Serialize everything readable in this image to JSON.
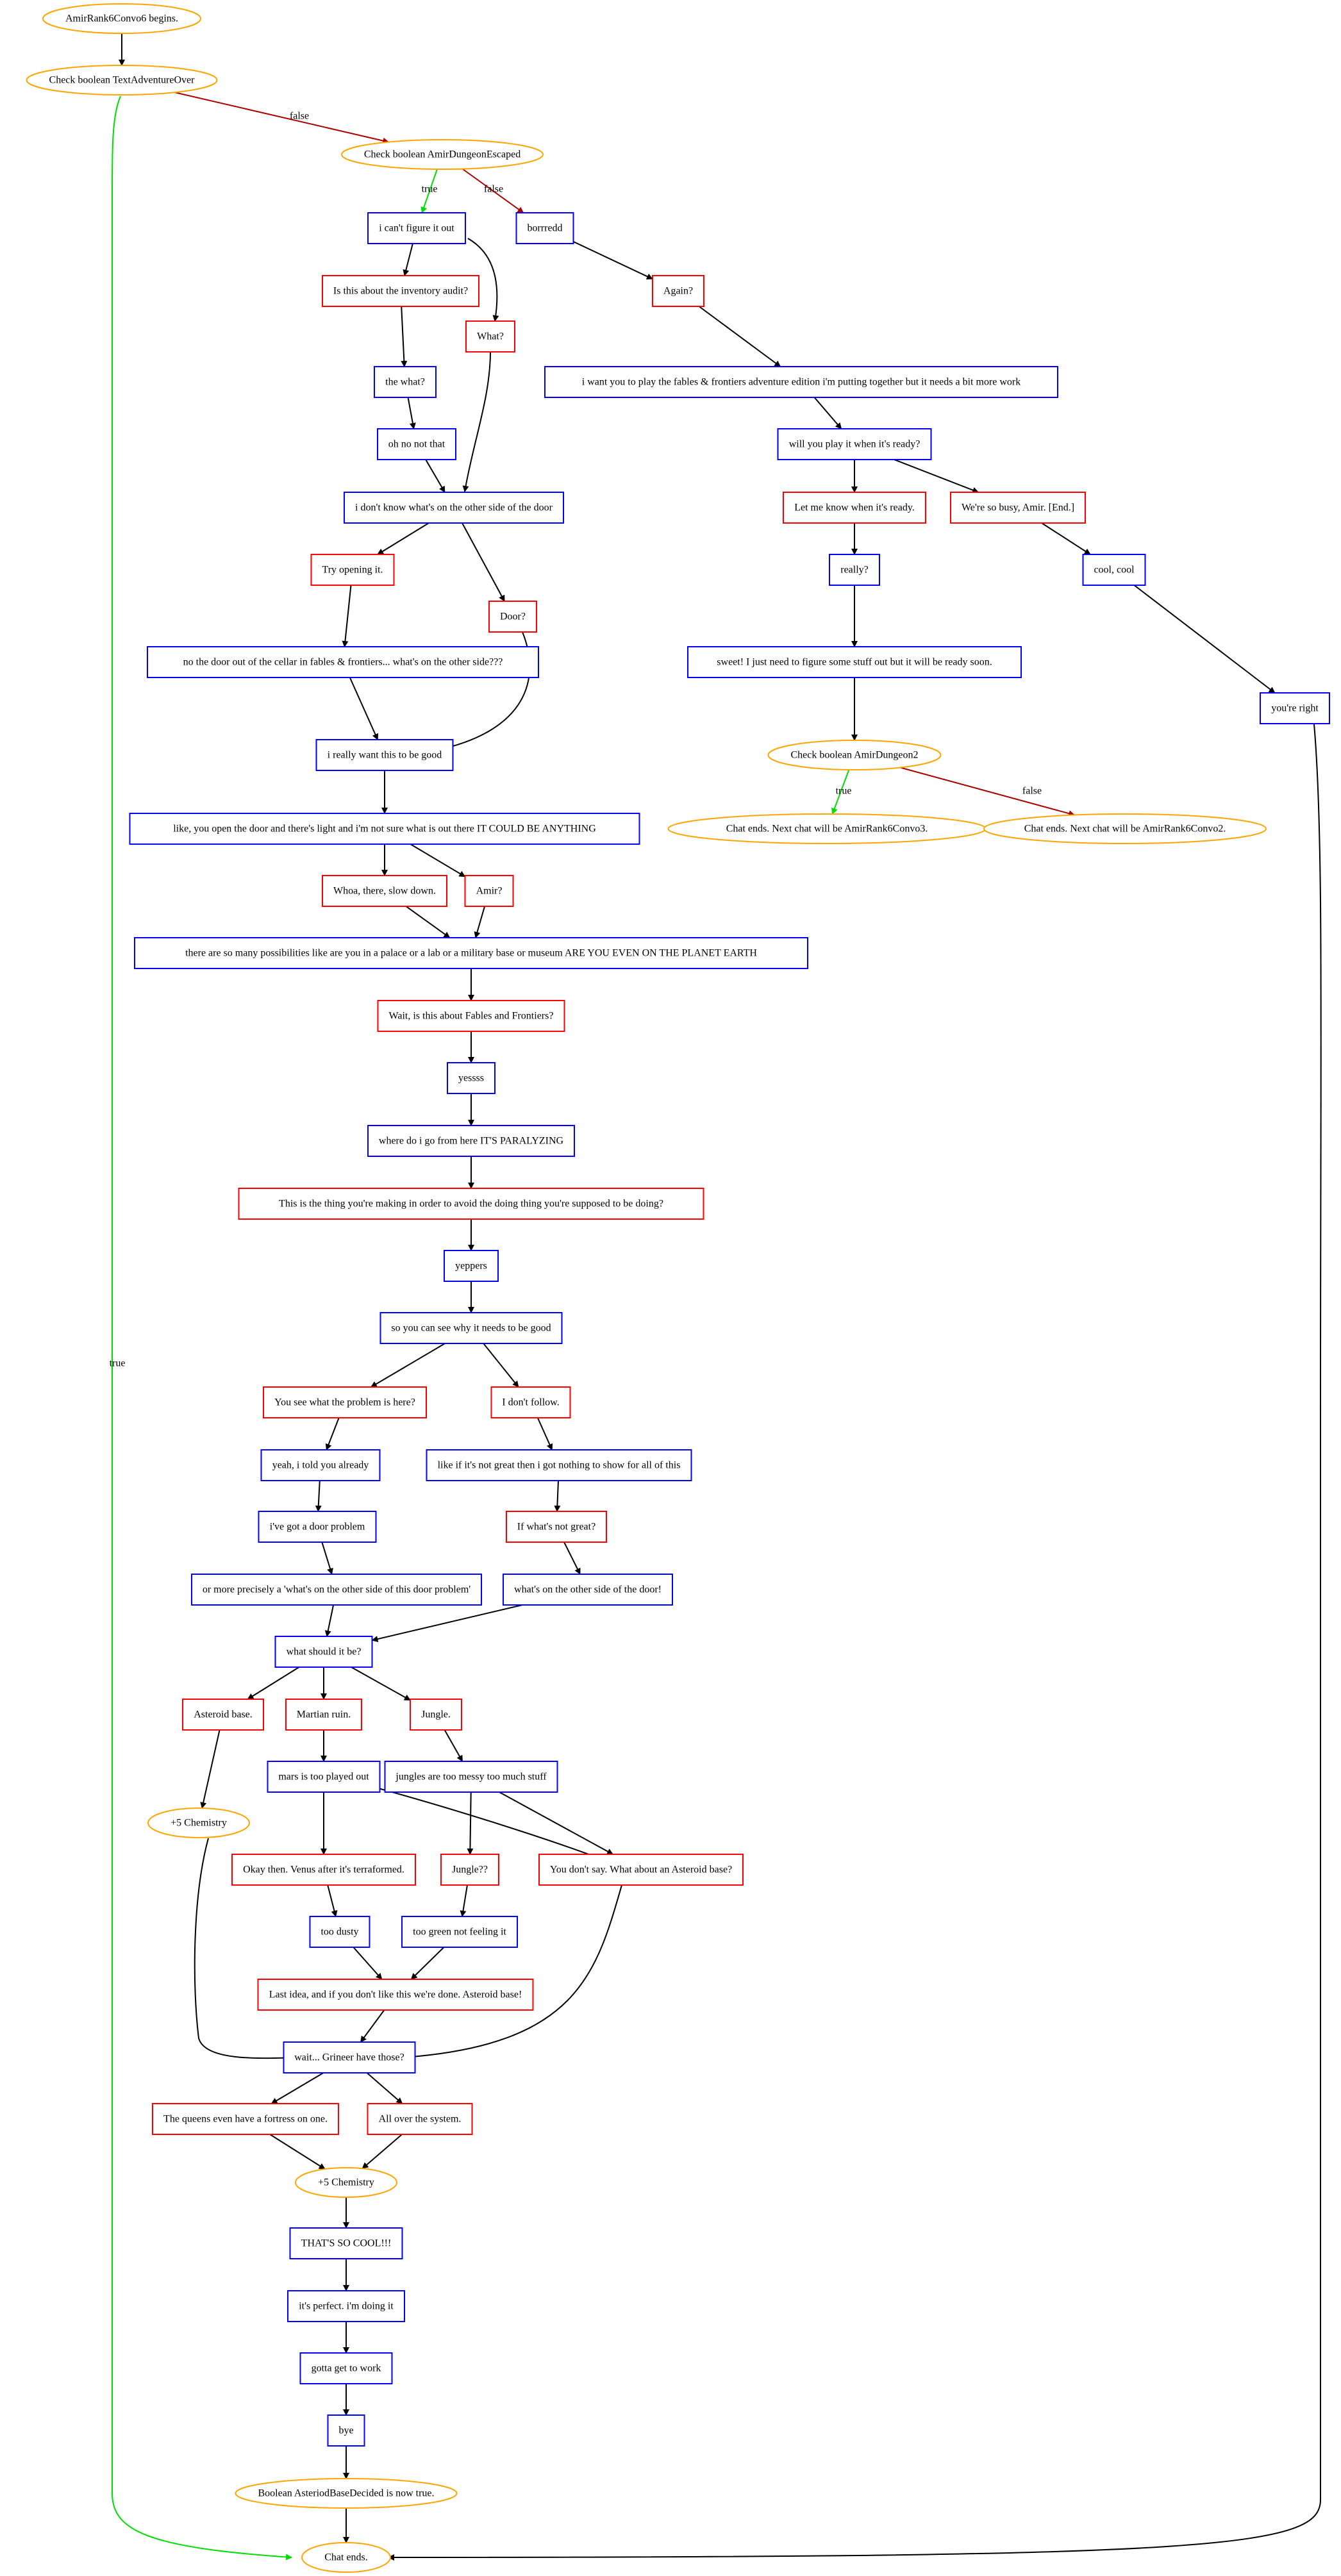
{
  "colors": {
    "player": "#0000ff",
    "npc": "#ff0000",
    "event": "#ffa500",
    "edge_default": "#000000",
    "edge_true": "#00dd00",
    "edge_false": "#aa0000"
  },
  "nodes": [
    {
      "id": "start",
      "kind": "event",
      "text": "AmirRank6Convo6 begins."
    },
    {
      "id": "chk_tao",
      "kind": "event",
      "text": "Check boolean TextAdventureOver"
    },
    {
      "id": "chk_ade",
      "kind": "event",
      "text": "Check boolean AmirDungeonEscaped"
    },
    {
      "id": "p_cant",
      "kind": "player",
      "text": "i can't figure it out"
    },
    {
      "id": "p_borr",
      "kind": "player",
      "text": "borrredd"
    },
    {
      "id": "n_inv",
      "kind": "npc",
      "text": "Is this about the inventory audit?"
    },
    {
      "id": "n_what",
      "kind": "npc",
      "text": "What?"
    },
    {
      "id": "n_again",
      "kind": "npc",
      "text": "Again?"
    },
    {
      "id": "p_thewhat",
      "kind": "player",
      "text": "the what?"
    },
    {
      "id": "p_wantplay",
      "kind": "player",
      "text": "i want you to play the fables & frontiers adventure edition i'm putting together but it needs a bit more work"
    },
    {
      "id": "p_ohno",
      "kind": "player",
      "text": "oh no not that"
    },
    {
      "id": "p_willplay",
      "kind": "player",
      "text": "will you play it when it's ready?"
    },
    {
      "id": "p_dontknow",
      "kind": "player",
      "text": "i don't know what's on the other side of the door"
    },
    {
      "id": "n_letme",
      "kind": "npc",
      "text": "Let me know when it's ready."
    },
    {
      "id": "n_busy",
      "kind": "npc",
      "text": "We're so busy, Amir. [End.]"
    },
    {
      "id": "n_tryopen",
      "kind": "npc",
      "text": "Try opening it."
    },
    {
      "id": "p_really",
      "kind": "player",
      "text": "really?"
    },
    {
      "id": "p_cool",
      "kind": "player",
      "text": "cool, cool"
    },
    {
      "id": "n_door",
      "kind": "npc",
      "text": "Door?"
    },
    {
      "id": "p_nodoor",
      "kind": "player",
      "text": "no the door out of the cellar in fables & frontiers... what's on the other side???"
    },
    {
      "id": "p_sweet",
      "kind": "player",
      "text": "sweet! I just need to figure some stuff out but it will be ready soon."
    },
    {
      "id": "p_right",
      "kind": "player",
      "text": "you're right"
    },
    {
      "id": "p_reallywant",
      "kind": "player",
      "text": "i really want this to be good"
    },
    {
      "id": "chk_ad2",
      "kind": "event",
      "text": "Check boolean AmirDungeon2"
    },
    {
      "id": "end_c3",
      "kind": "event",
      "text": "Chat ends. Next chat will be AmirRank6Convo3."
    },
    {
      "id": "end_c2",
      "kind": "event",
      "text": "Chat ends. Next chat will be AmirRank6Convo2."
    },
    {
      "id": "p_likeopen",
      "kind": "player",
      "text": "like, you open the door and there's light and i'm not sure what is out there IT COULD BE ANYTHING"
    },
    {
      "id": "n_whoa",
      "kind": "npc",
      "text": "Whoa, there, slow down."
    },
    {
      "id": "n_amir",
      "kind": "npc",
      "text": "Amir?"
    },
    {
      "id": "p_somany",
      "kind": "player",
      "text": "there are so many possibilities like are you in a palace or a lab or a military base or museum ARE YOU EVEN ON THE PLANET EARTH"
    },
    {
      "id": "n_waitff",
      "kind": "npc",
      "text": "Wait, is this about Fables and Frontiers?"
    },
    {
      "id": "p_yessss",
      "kind": "player",
      "text": "yessss"
    },
    {
      "id": "p_wheredo",
      "kind": "player",
      "text": "where do i go from here IT'S PARALYZING"
    },
    {
      "id": "n_thisthing",
      "kind": "npc",
      "text": "This is the thing you're making in order to avoid the doing thing you're supposed to be doing?"
    },
    {
      "id": "p_yeppers",
      "kind": "player",
      "text": "yeppers"
    },
    {
      "id": "p_socansee",
      "kind": "player",
      "text": "so you can see why it needs to be good"
    },
    {
      "id": "n_yousee",
      "kind": "npc",
      "text": "You see what the problem is here?"
    },
    {
      "id": "n_dontfollow",
      "kind": "npc",
      "text": "I don't follow."
    },
    {
      "id": "p_yeahtold",
      "kind": "player",
      "text": "yeah, i told you already"
    },
    {
      "id": "p_likeifnot",
      "kind": "player",
      "text": "like if it's not great then i got nothing to show for all of this"
    },
    {
      "id": "p_doorprob",
      "kind": "player",
      "text": "i've got a door problem"
    },
    {
      "id": "n_ifwhat",
      "kind": "npc",
      "text": "If what's not great?"
    },
    {
      "id": "p_ormore",
      "kind": "player",
      "text": "or more precisely a 'what's on the other side of this door problem'"
    },
    {
      "id": "p_whatsonother",
      "kind": "player",
      "text": "what's on the other side of the door!"
    },
    {
      "id": "p_whatshould",
      "kind": "player",
      "text": "what should it be?"
    },
    {
      "id": "n_asteroid",
      "kind": "npc",
      "text": "Asteroid base."
    },
    {
      "id": "n_martian",
      "kind": "npc",
      "text": "Martian ruin."
    },
    {
      "id": "n_jungle",
      "kind": "npc",
      "text": "Jungle."
    },
    {
      "id": "p_mars",
      "kind": "player",
      "text": "mars is too played out"
    },
    {
      "id": "p_jungles",
      "kind": "player",
      "text": "jungles are too messy too much stuff"
    },
    {
      "id": "ev_chem1",
      "kind": "event",
      "text": "+5 Chemistry"
    },
    {
      "id": "n_venus",
      "kind": "npc",
      "text": "Okay then. Venus after it's terraformed."
    },
    {
      "id": "n_jungleq",
      "kind": "npc",
      "text": "Jungle??"
    },
    {
      "id": "n_yousay",
      "kind": "npc",
      "text": "You don't say. What about an Asteroid base?"
    },
    {
      "id": "p_dusty",
      "kind": "player",
      "text": "too dusty"
    },
    {
      "id": "p_green",
      "kind": "player",
      "text": "too green not feeling it"
    },
    {
      "id": "n_lastidea",
      "kind": "npc",
      "text": "Last idea, and if you don't like this we're done. Asteroid base!"
    },
    {
      "id": "p_grineer",
      "kind": "player",
      "text": "wait... Grineer have those?"
    },
    {
      "id": "n_queens",
      "kind": "npc",
      "text": "The queens even have a fortress on one."
    },
    {
      "id": "n_allover",
      "kind": "npc",
      "text": "All over the system."
    },
    {
      "id": "ev_chem2",
      "kind": "event",
      "text": "+5 Chemistry"
    },
    {
      "id": "p_socool",
      "kind": "player",
      "text": "THAT'S SO COOL!!!"
    },
    {
      "id": "p_perfect",
      "kind": "player",
      "text": "it's perfect. i'm doing it"
    },
    {
      "id": "p_gotta",
      "kind": "player",
      "text": "gotta get to work"
    },
    {
      "id": "p_bye",
      "kind": "player",
      "text": "bye"
    },
    {
      "id": "ev_bool",
      "kind": "event",
      "text": "Boolean AsteriodBaseDecided is now true."
    },
    {
      "id": "end_main",
      "kind": "event",
      "text": "Chat ends."
    }
  ],
  "edges": [
    {
      "from": "start",
      "to": "chk_tao"
    },
    {
      "from": "chk_tao",
      "to": "chk_ade",
      "label": "false",
      "type": "false"
    },
    {
      "from": "chk_tao",
      "to": "end_main",
      "label": "true",
      "type": "true"
    },
    {
      "from": "chk_ade",
      "to": "p_cant",
      "label": "true",
      "type": "true"
    },
    {
      "from": "chk_ade",
      "to": "p_borr",
      "label": "false",
      "type": "false"
    },
    {
      "from": "p_cant",
      "to": "n_inv"
    },
    {
      "from": "p_cant",
      "to": "n_what"
    },
    {
      "from": "p_borr",
      "to": "n_again"
    },
    {
      "from": "n_inv",
      "to": "p_thewhat"
    },
    {
      "from": "n_again",
      "to": "p_wantplay"
    },
    {
      "from": "p_thewhat",
      "to": "p_ohno"
    },
    {
      "from": "p_wantplay",
      "to": "p_willplay"
    },
    {
      "from": "p_ohno",
      "to": "p_dontknow"
    },
    {
      "from": "n_what",
      "to": "p_dontknow"
    },
    {
      "from": "p_willplay",
      "to": "n_letme"
    },
    {
      "from": "p_willplay",
      "to": "n_busy"
    },
    {
      "from": "p_dontknow",
      "to": "n_tryopen"
    },
    {
      "from": "p_dontknow",
      "to": "n_door"
    },
    {
      "from": "n_letme",
      "to": "p_really"
    },
    {
      "from": "n_busy",
      "to": "p_cool"
    },
    {
      "from": "n_tryopen",
      "to": "p_nodoor"
    },
    {
      "from": "p_really",
      "to": "p_sweet"
    },
    {
      "from": "p_cool",
      "to": "p_right"
    },
    {
      "from": "p_nodoor",
      "to": "p_reallywant"
    },
    {
      "from": "n_door",
      "to": "p_reallywant"
    },
    {
      "from": "p_sweet",
      "to": "chk_ad2"
    },
    {
      "from": "chk_ad2",
      "to": "end_c3",
      "label": "true",
      "type": "true"
    },
    {
      "from": "chk_ad2",
      "to": "end_c2",
      "label": "false",
      "type": "false"
    },
    {
      "from": "p_right",
      "to": "end_main"
    },
    {
      "from": "p_reallywant",
      "to": "p_likeopen"
    },
    {
      "from": "p_likeopen",
      "to": "n_whoa"
    },
    {
      "from": "p_likeopen",
      "to": "n_amir"
    },
    {
      "from": "n_whoa",
      "to": "p_somany"
    },
    {
      "from": "n_amir",
      "to": "p_somany"
    },
    {
      "from": "p_somany",
      "to": "n_waitff"
    },
    {
      "from": "n_waitff",
      "to": "p_yessss"
    },
    {
      "from": "p_yessss",
      "to": "p_wheredo"
    },
    {
      "from": "p_wheredo",
      "to": "n_thisthing"
    },
    {
      "from": "n_thisthing",
      "to": "p_yeppers"
    },
    {
      "from": "p_yeppers",
      "to": "p_socansee"
    },
    {
      "from": "p_socansee",
      "to": "n_yousee"
    },
    {
      "from": "p_socansee",
      "to": "n_dontfollow"
    },
    {
      "from": "n_yousee",
      "to": "p_yeahtold"
    },
    {
      "from": "n_dontfollow",
      "to": "p_likeifnot"
    },
    {
      "from": "p_yeahtold",
      "to": "p_doorprob"
    },
    {
      "from": "p_likeifnot",
      "to": "n_ifwhat"
    },
    {
      "from": "p_doorprob",
      "to": "p_ormore"
    },
    {
      "from": "n_ifwhat",
      "to": "p_whatsonother"
    },
    {
      "from": "p_ormore",
      "to": "p_whatshould"
    },
    {
      "from": "p_whatsonother",
      "to": "p_whatshould"
    },
    {
      "from": "p_whatshould",
      "to": "n_asteroid"
    },
    {
      "from": "p_whatshould",
      "to": "n_martian"
    },
    {
      "from": "p_whatshould",
      "to": "n_jungle"
    },
    {
      "from": "n_asteroid",
      "to": "ev_chem1"
    },
    {
      "from": "n_martian",
      "to": "p_mars"
    },
    {
      "from": "n_jungle",
      "to": "p_jungles"
    },
    {
      "from": "p_mars",
      "to": "n_venus"
    },
    {
      "from": "p_mars",
      "to": "n_yousay"
    },
    {
      "from": "p_jungles",
      "to": "n_jungleq"
    },
    {
      "from": "p_jungles",
      "to": "n_yousay"
    },
    {
      "from": "ev_chem1",
      "to": "p_grineer"
    },
    {
      "from": "n_venus",
      "to": "p_dusty"
    },
    {
      "from": "n_jungleq",
      "to": "p_green"
    },
    {
      "from": "n_yousay",
      "to": "p_grineer"
    },
    {
      "from": "p_dusty",
      "to": "n_lastidea"
    },
    {
      "from": "p_green",
      "to": "n_lastidea"
    },
    {
      "from": "n_lastidea",
      "to": "p_grineer"
    },
    {
      "from": "p_grineer",
      "to": "n_queens"
    },
    {
      "from": "p_grineer",
      "to": "n_allover"
    },
    {
      "from": "n_queens",
      "to": "ev_chem2"
    },
    {
      "from": "n_allover",
      "to": "ev_chem2"
    },
    {
      "from": "ev_chem2",
      "to": "p_socool"
    },
    {
      "from": "p_socool",
      "to": "p_perfect"
    },
    {
      "from": "p_perfect",
      "to": "p_gotta"
    },
    {
      "from": "p_gotta",
      "to": "p_bye"
    },
    {
      "from": "p_bye",
      "to": "ev_bool"
    },
    {
      "from": "ev_bool",
      "to": "end_main"
    }
  ]
}
